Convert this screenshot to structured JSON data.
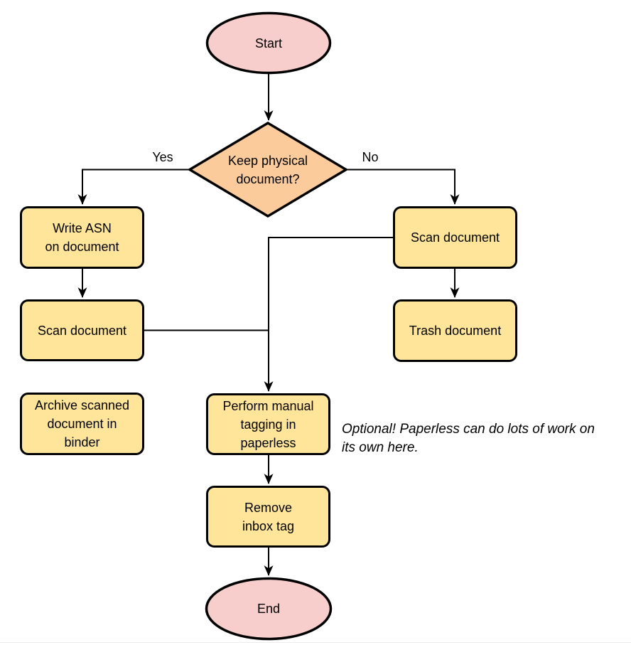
{
  "colors": {
    "background": "#ffffff",
    "terminator_fill": "#F8CECC",
    "decision_fill": "#FBCB9B",
    "process_fill": "#FFE59A",
    "stroke": "#000000"
  },
  "nodes": {
    "start": {
      "label": "Start"
    },
    "decision": {
      "label": "Keep physical\ndocument?"
    },
    "write_asn": {
      "label": "Write ASN\non document"
    },
    "scan_left": {
      "label": "Scan document"
    },
    "archive": {
      "label": "Archive scanned\ndocument in\nbinder"
    },
    "scan_right": {
      "label": "Scan document"
    },
    "trash": {
      "label": "Trash document"
    },
    "tagging": {
      "label": "Perform manual\ntagging in\npaperless"
    },
    "remove_inbox": {
      "label": "Remove\ninbox tag"
    },
    "end": {
      "label": "End"
    }
  },
  "edge_labels": {
    "yes": "Yes",
    "no": "No"
  },
  "note": "Optional! Paperless can do lots of work on\nits own here."
}
